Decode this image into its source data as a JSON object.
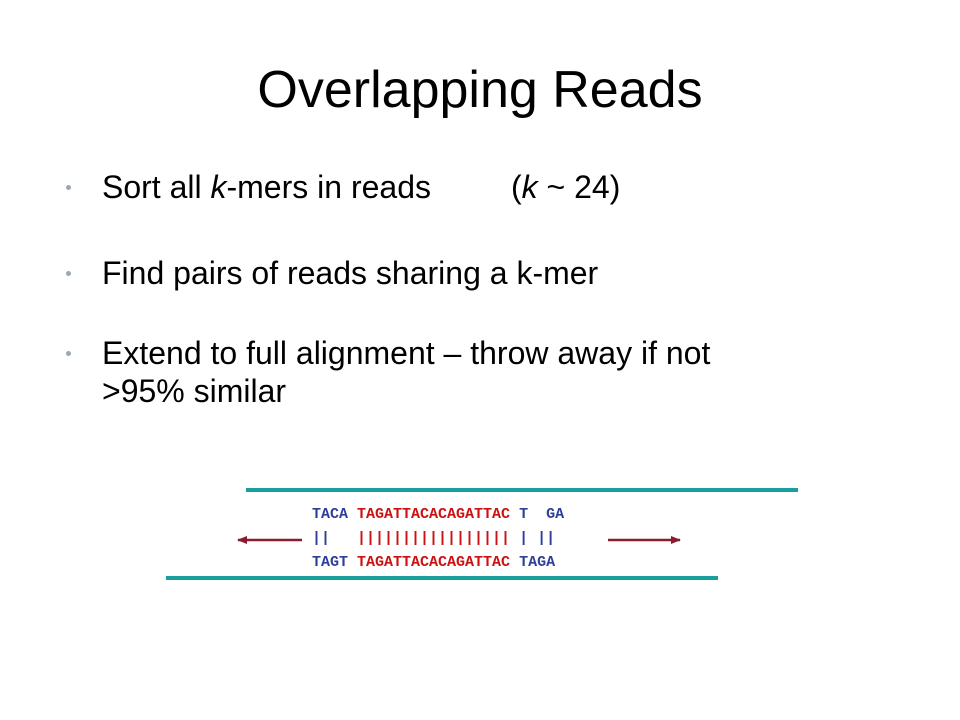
{
  "slide": {
    "title": "Overlapping Reads",
    "bullets": [
      {
        "pre": "Sort all ",
        "italic": "k",
        "mid": "-mers in reads",
        "post_italic": "k",
        "post": " ~ 24)",
        "paren": "("
      },
      {
        "text": "Find pairs of reads sharing a k-mer"
      },
      {
        "line1": "Extend to full alignment – throw away if not",
        "line2": ">95% similar"
      }
    ]
  },
  "alignment": {
    "top_read": {
      "left": "TACA",
      "core": "TAGATTACACAGATTAC",
      "gap1": "T",
      "right": "GA"
    },
    "match_line": {
      "left": "||",
      "core": "|||||||||||||||||",
      "right1": "|",
      "right2": "||"
    },
    "bottom_read": {
      "left": "TAGT",
      "core": "TAGATTACACAGATTAC",
      "right": "TAGA"
    },
    "colors": {
      "read_line": "#1b9e9e",
      "arrow": "#8b1a2b",
      "seq_blue": "#2f3f99",
      "seq_red": "#cc1111"
    }
  }
}
